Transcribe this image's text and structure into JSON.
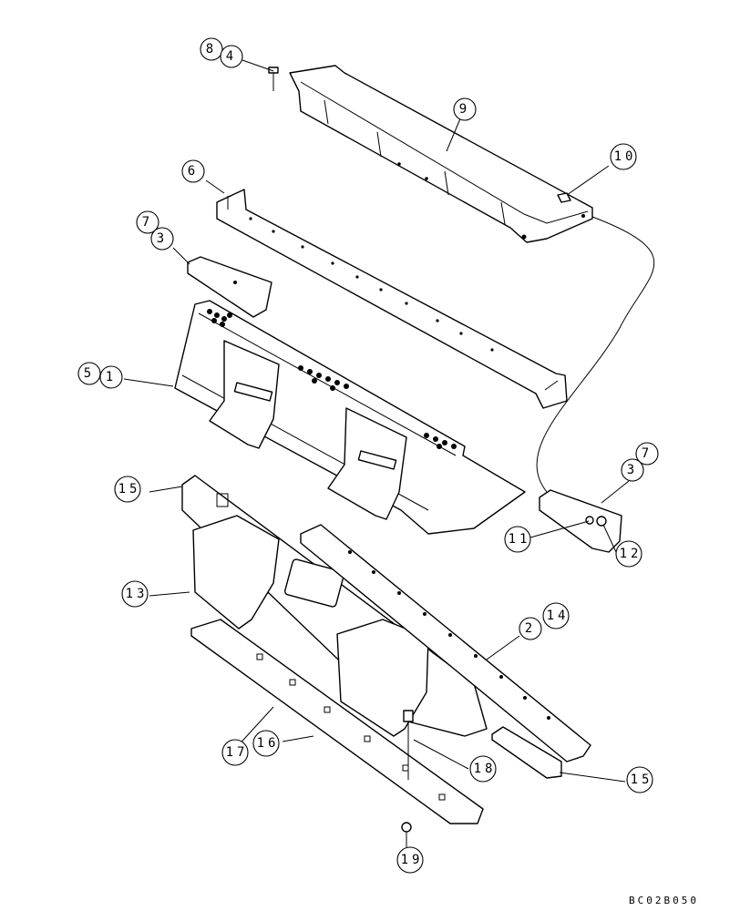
{
  "drawing": {
    "reference": "BC02B050",
    "callouts": [
      {
        "id": "c8",
        "label": "8"
      },
      {
        "id": "c4",
        "label": "4"
      },
      {
        "id": "c9",
        "label": "9"
      },
      {
        "id": "c10",
        "label": "10"
      },
      {
        "id": "c6",
        "label": "6"
      },
      {
        "id": "c7a",
        "label": "7"
      },
      {
        "id": "c3a",
        "label": "3"
      },
      {
        "id": "c5",
        "label": "5"
      },
      {
        "id": "c1",
        "label": "1"
      },
      {
        "id": "c7b",
        "label": "7"
      },
      {
        "id": "c3b",
        "label": "3"
      },
      {
        "id": "c15a",
        "label": "15"
      },
      {
        "id": "c11",
        "label": "11"
      },
      {
        "id": "c12",
        "label": "12"
      },
      {
        "id": "c13",
        "label": "13"
      },
      {
        "id": "c14",
        "label": "14"
      },
      {
        "id": "c2",
        "label": "2"
      },
      {
        "id": "c17",
        "label": "17"
      },
      {
        "id": "c16",
        "label": "16"
      },
      {
        "id": "c18",
        "label": "18"
      },
      {
        "id": "c15b",
        "label": "15"
      },
      {
        "id": "c19",
        "label": "19"
      }
    ]
  }
}
